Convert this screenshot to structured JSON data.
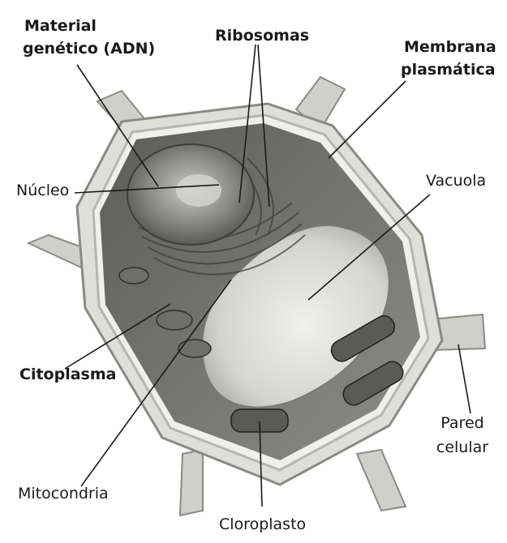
{
  "labels": {
    "material_line1": "Material",
    "material_line2": "genético (ADN)",
    "ribosomas": "Ribosomas",
    "membrana_line1": "Membrana",
    "membrana_line2": "plasmática",
    "nucleo": "Núcleo",
    "vacuola": "Vacuola",
    "citoplasma": "Citoplasma",
    "pared_line1": "Pared",
    "pared_line2": "celular",
    "mitocondria": "Mitocondria",
    "cloroplasto": "Cloroplasto"
  },
  "colors": {
    "text": "#1a1a1a",
    "leader": "#1a1a1a",
    "cell_wall": "#d9d9d6",
    "cytoplasm": "#7c7c78",
    "vacuole": "#dcdcda",
    "nucleus": "#8e8e8a",
    "chloroplast": "#5a5a56"
  }
}
